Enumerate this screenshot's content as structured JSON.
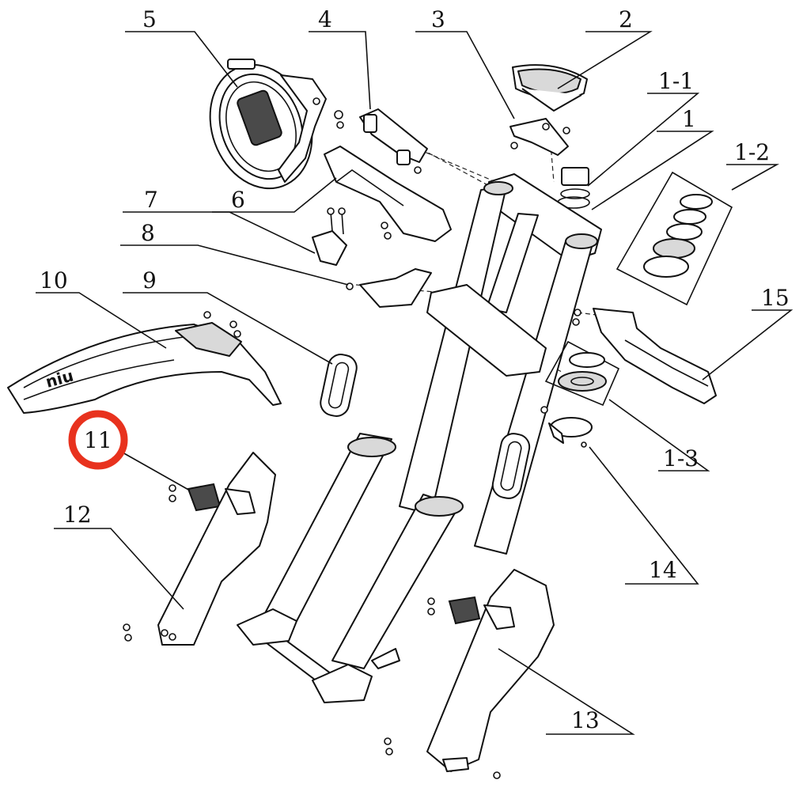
{
  "diagram": {
    "brand_logo": "niu",
    "highlighted_callout": "11",
    "highlight_color": "#e8321e",
    "callouts": [
      {
        "id": "c5",
        "label": "5"
      },
      {
        "id": "c4",
        "label": "4"
      },
      {
        "id": "c3",
        "label": "3"
      },
      {
        "id": "c2",
        "label": "2"
      },
      {
        "id": "c1-1",
        "label": "1-1"
      },
      {
        "id": "c1",
        "label": "1"
      },
      {
        "id": "c1-2",
        "label": "1-2"
      },
      {
        "id": "c6",
        "label": "6"
      },
      {
        "id": "c7",
        "label": "7"
      },
      {
        "id": "c8",
        "label": "8"
      },
      {
        "id": "c9",
        "label": "9"
      },
      {
        "id": "c10",
        "label": "10"
      },
      {
        "id": "c15",
        "label": "15"
      },
      {
        "id": "c11",
        "label": "11"
      },
      {
        "id": "c1-3",
        "label": "1-3"
      },
      {
        "id": "c12",
        "label": "12"
      },
      {
        "id": "c14",
        "label": "14"
      },
      {
        "id": "c13",
        "label": "13"
      }
    ]
  }
}
